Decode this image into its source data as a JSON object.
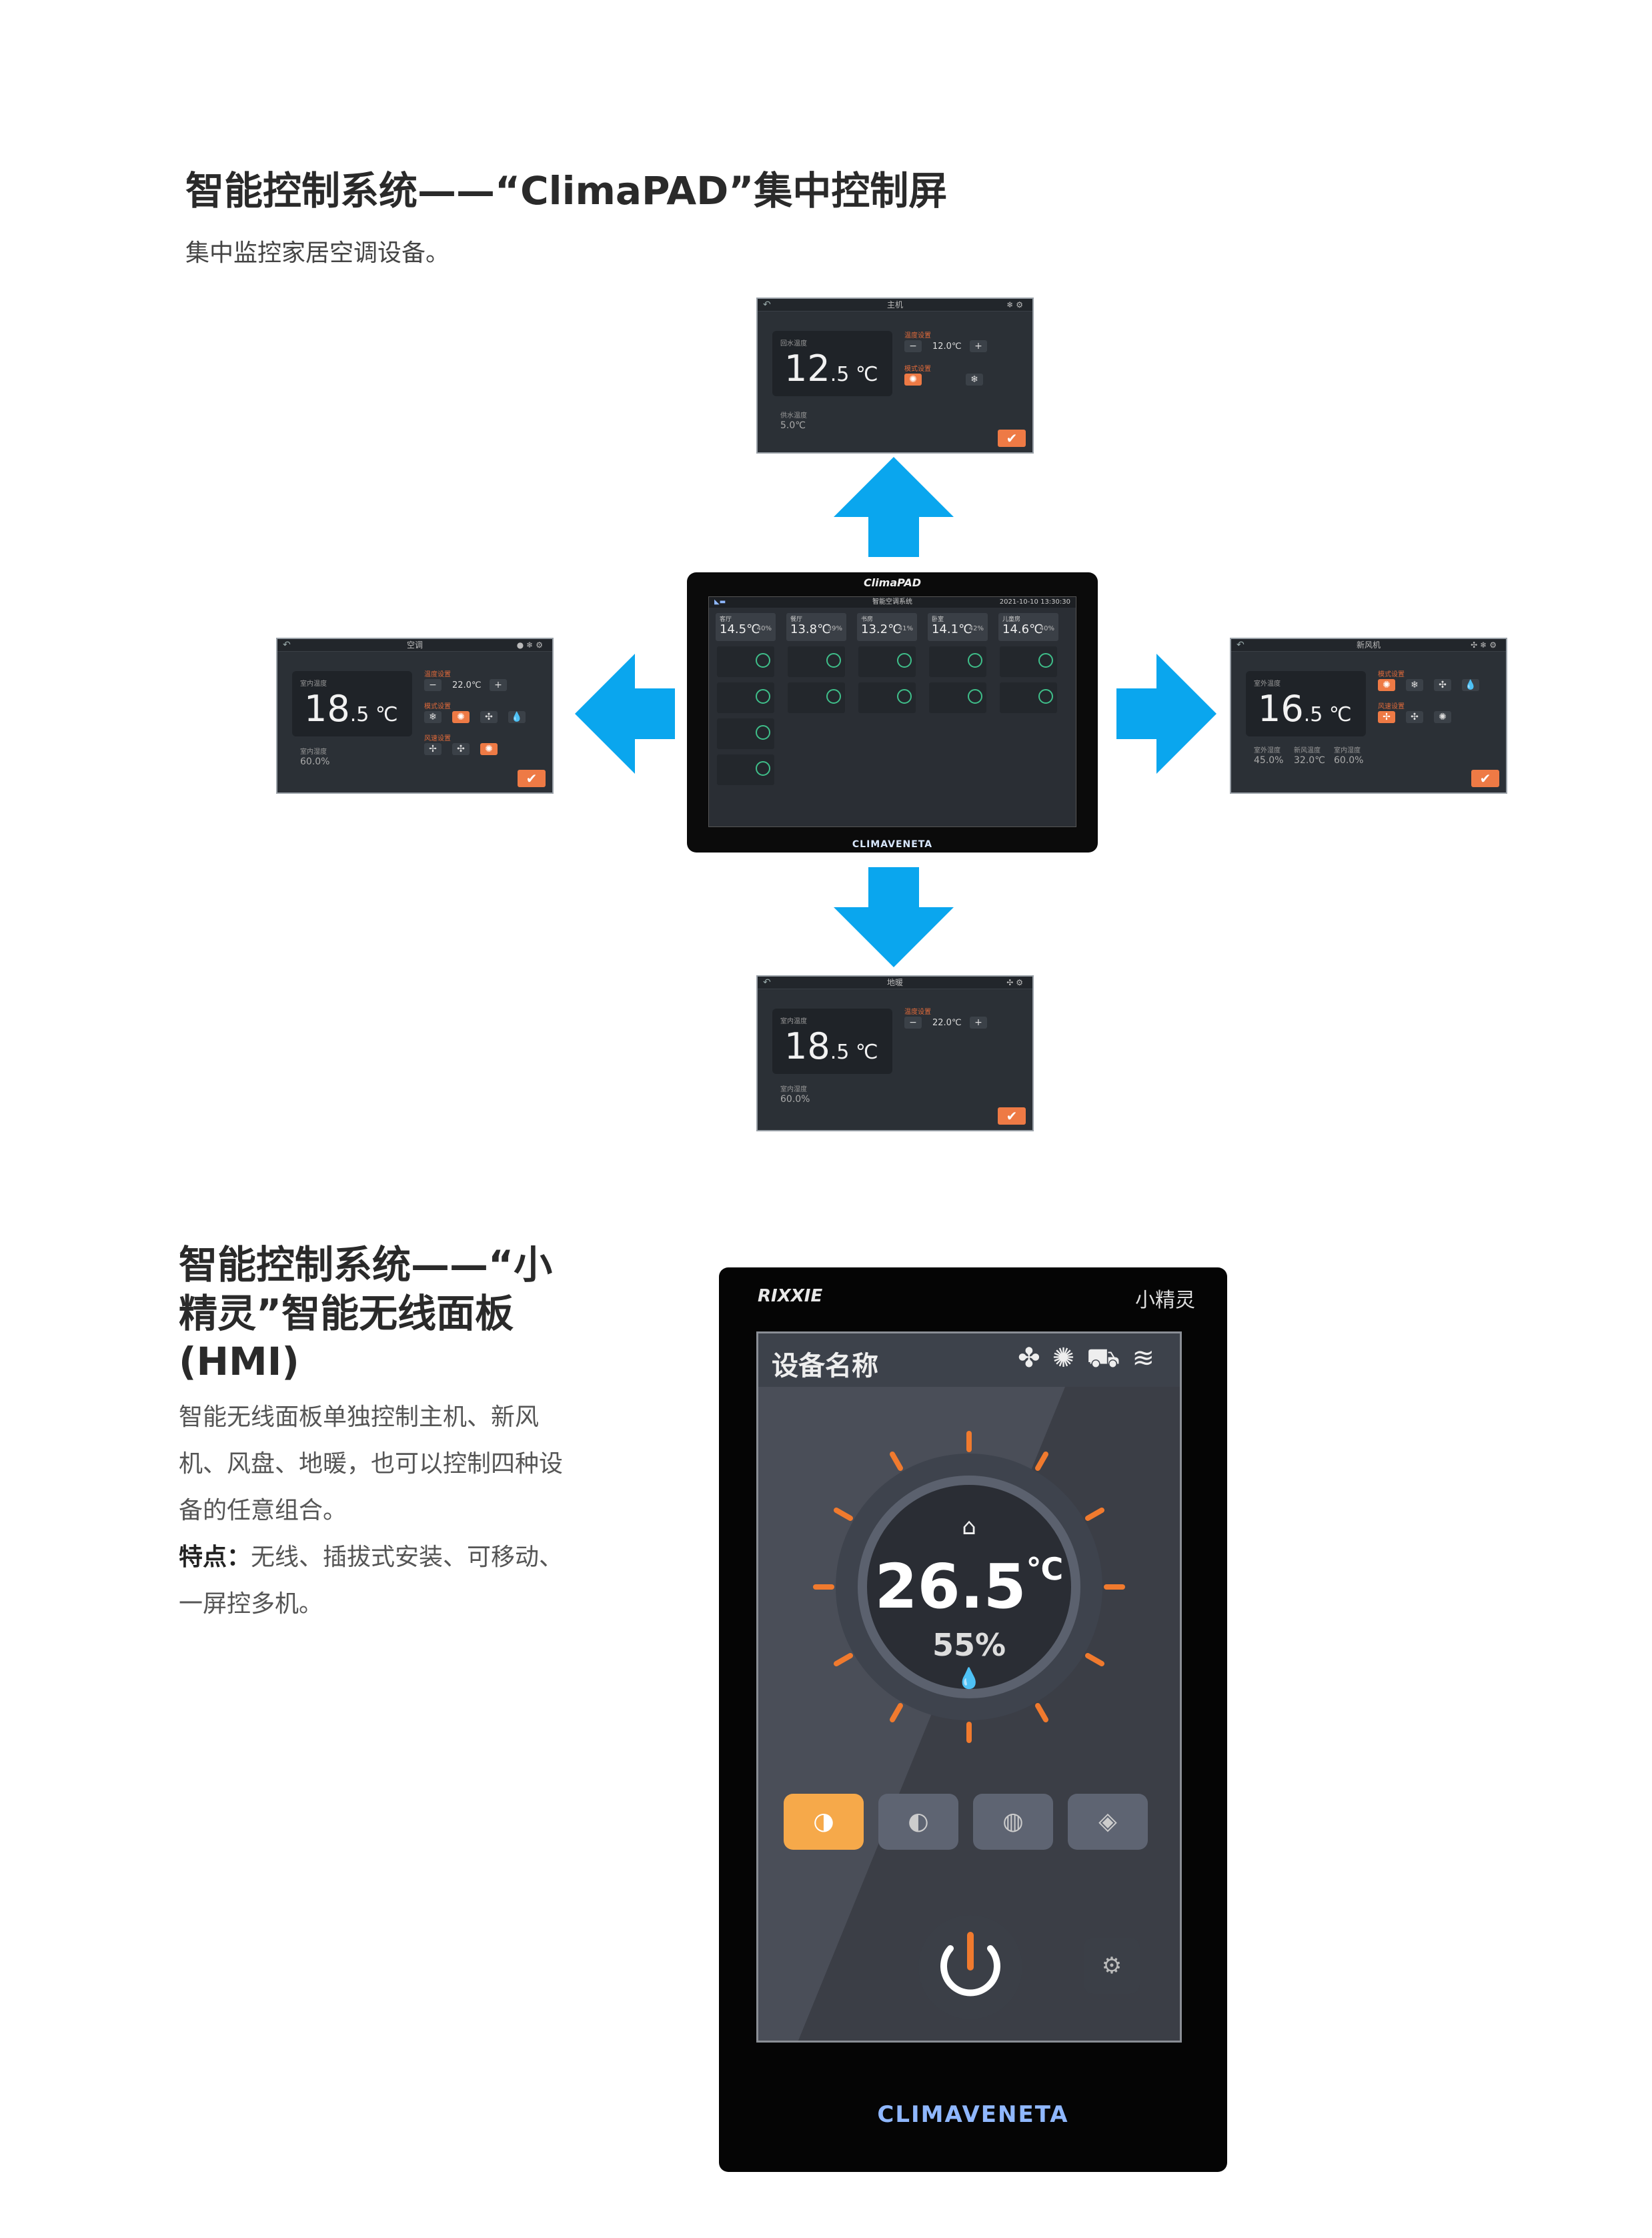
{
  "section1": {
    "title": "智能控制系统——“ClimaPAD”集中控制屏",
    "subtitle": "集中监控家居空调设备。"
  },
  "panel_top": {
    "title": "主机",
    "temp_label": "回水温度",
    "temp_main": "12",
    "temp_dec": ".5 ℃",
    "set_label": "温度设置",
    "set_value": "12.0℃",
    "mode_label": "模式设置",
    "extra_label": "供水温度",
    "extra_value": "5.0℃"
  },
  "panel_left": {
    "title": "空调",
    "temp_label": "室内温度",
    "temp_main": "18",
    "temp_dec": ".5 ℃",
    "set_label": "温度设置",
    "set_value": "22.0℃",
    "mode_label": "模式设置",
    "fan_label": "风速设置",
    "extra_label": "室内湿度",
    "extra_value": "60.0%"
  },
  "panel_right": {
    "title": "新风机",
    "temp_label": "室外温度",
    "temp_main": "16",
    "temp_dec": ".5 ℃",
    "mode_label": "模式设置",
    "fan_label": "风速设置",
    "m1_label": "室外湿度",
    "m1_value": "45.0%",
    "m2_label": "新风温度",
    "m2_value": "32.0℃",
    "m3_label": "室内湿度",
    "m3_value": "60.0%"
  },
  "panel_bottom": {
    "title": "地暖",
    "temp_label": "室内温度",
    "temp_main": "18",
    "temp_dec": ".5 ℃",
    "set_label": "温度设置",
    "set_value": "22.0℃",
    "extra_label": "室内湿度",
    "extra_value": "60.0%"
  },
  "tablet": {
    "brand": "ClimaPAD",
    "screen_title": "智能空调系统",
    "datetime": "2021-10-10  13:30:30",
    "rooms": [
      {
        "name": "客厅",
        "temp": "14.5℃",
        "hum": "40%"
      },
      {
        "name": "餐厅",
        "temp": "13.8℃",
        "hum": "39%"
      },
      {
        "name": "书房",
        "temp": "13.2℃",
        "hum": "41%"
      },
      {
        "name": "卧室",
        "temp": "14.1℃",
        "hum": "42%"
      },
      {
        "name": "儿童房",
        "temp": "14.6℃",
        "hum": "40%"
      }
    ],
    "footer": "CLIMAVENETA"
  },
  "section2": {
    "title_l1": "智能控制系统——“小",
    "title_l2": "精灵”智能无线面板",
    "title_l3": "(HMI)",
    "desc_l1": "智能无线面板单独控制主机、新风",
    "desc_l2": "机、风盘、地暖，也可以控制四种设",
    "desc_l3": "备的任意组合。",
    "feature_label": "特点：",
    "feature_text": "无线、插拔式安装、可移动、",
    "feature_l2": "一屏控多机。"
  },
  "hmi": {
    "logo_left": "RIXXIE",
    "logo_right": "小精灵",
    "device_name": "设备名称",
    "temp": "26.5",
    "unit": "℃",
    "humidity": "55%",
    "footer": "CLIMAVENETA"
  },
  "colors": {
    "accent_orange": "#ee7a45",
    "arrow_blue": "#0aa6ee",
    "hmi_mode_on": "#f6a94a"
  }
}
